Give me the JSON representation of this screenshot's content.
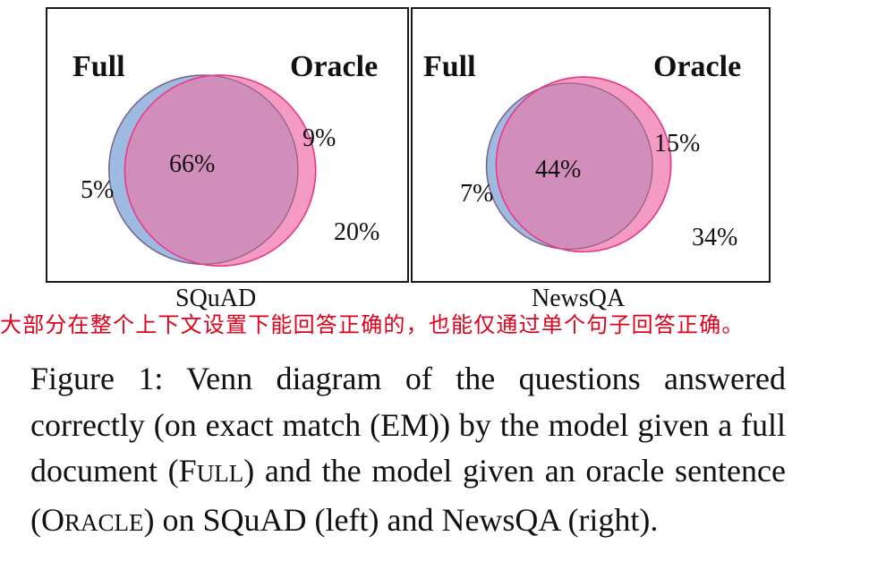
{
  "colors": {
    "full_fill": "#9dbbe0",
    "full_stroke": "#4a6f99",
    "oracle_fill": "#f59ac2",
    "oracle_stroke": "#e8378a",
    "overlap_fill": "#d28ebb",
    "annotation": "#e0001b"
  },
  "left": {
    "full_label": "Full",
    "oracle_label": "Oracle",
    "overlap_pct": "66%",
    "full_only_pct": "5%",
    "oracle_only_pct": "9%",
    "neither_pct": "20%",
    "caption": "SQuAD"
  },
  "right": {
    "full_label": "Full",
    "oracle_label": "Oracle",
    "overlap_pct": "44%",
    "full_only_pct": "7%",
    "oracle_only_pct": "15%",
    "neither_pct": "34%",
    "caption": "NewsQA"
  },
  "annotation": "大部分在整个上下文设置下能回答正确的，也能仅通过单个句子回答正确。",
  "caption": {
    "part1": "Figure 1: Venn diagram of the questions answered correctly (on exact match (EM)) by the model given a full document (",
    "full_F": "F",
    "full_rest": "ULL",
    "part2": ") and the model given an oracle sentence (",
    "oracle_O": "O",
    "oracle_rest": "RACLE",
    "part3": ") on SQuAD (left) and NewsQA (right)."
  }
}
